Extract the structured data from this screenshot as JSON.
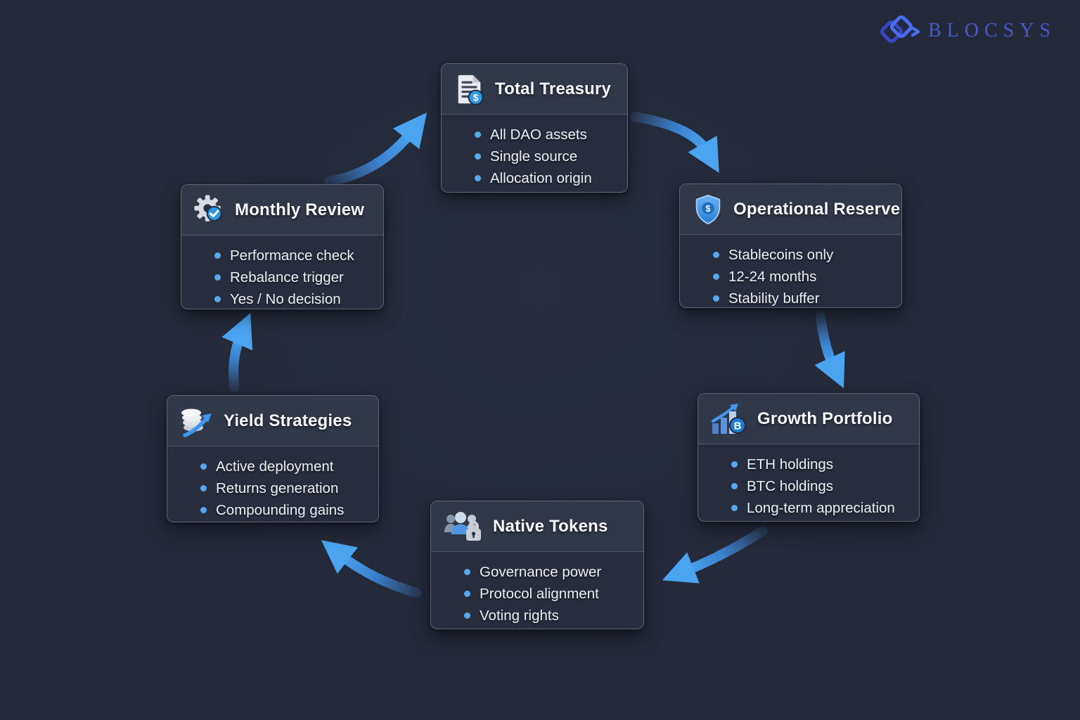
{
  "brand": {
    "name": "BLOCSYS",
    "logo_diamond_left_color": "#3946c6",
    "logo_diamond_right_color": "#4a6cf0",
    "text_color": "#4659cc"
  },
  "colors": {
    "background": "#232938",
    "card_header_bg": "#313848",
    "card_body_bg": "#272d3c",
    "card_border": "rgba(138,148,168,0.55)",
    "title_text": "#f7f8fa",
    "item_text": "#eaeef4",
    "bullet": "#57a9ef",
    "arrow_head": "#4aa4f0",
    "arrow_tail": "#2a3a54"
  },
  "cards": [
    {
      "id": "total-treasury",
      "title": "Total Treasury",
      "icon": "document-dollar-icon",
      "items": [
        "All DAO assets",
        "Single source",
        "Allocation origin"
      ]
    },
    {
      "id": "operational-reserve",
      "title": "Operational Reserve",
      "icon": "shield-dollar-icon",
      "items": [
        "Stablecoins only",
        "12-24 months",
        "Stability buffer"
      ]
    },
    {
      "id": "growth-portfolio",
      "title": "Growth Portfolio",
      "icon": "chart-bitcoin-icon",
      "items": [
        "ETH holdings",
        "BTC holdings",
        "Long-term appreciation"
      ]
    },
    {
      "id": "native-tokens",
      "title": "Native Tokens",
      "icon": "people-lock-icon",
      "items": [
        "Governance power",
        "Protocol alignment",
        "Voting rights"
      ]
    },
    {
      "id": "yield-strategies",
      "title": "Yield Strategies",
      "icon": "coins-arrow-icon",
      "items": [
        "Active deployment",
        "Returns generation",
        "Compounding gains"
      ]
    },
    {
      "id": "monthly-review",
      "title": "Monthly Review",
      "icon": "gear-check-icon",
      "items": [
        "Performance check",
        "Rebalance trigger",
        "Yes / No decision"
      ]
    }
  ],
  "flow": [
    {
      "from": "monthly-review",
      "to": "total-treasury"
    },
    {
      "from": "total-treasury",
      "to": "operational-reserve"
    },
    {
      "from": "operational-reserve",
      "to": "growth-portfolio"
    },
    {
      "from": "growth-portfolio",
      "to": "native-tokens"
    },
    {
      "from": "native-tokens",
      "to": "yield-strategies"
    },
    {
      "from": "yield-strategies",
      "to": "monthly-review"
    }
  ]
}
